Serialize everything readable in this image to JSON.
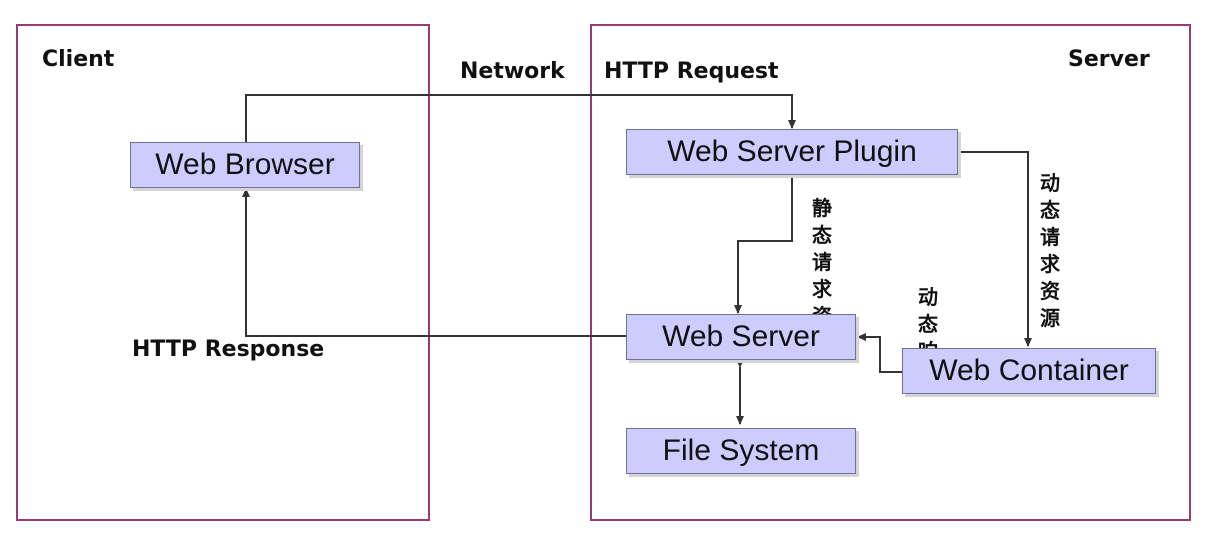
{
  "regions": {
    "client": "Client",
    "server": "Server"
  },
  "labels": {
    "network": "Network",
    "http_request": "HTTP Request",
    "http_response": "HTTP Response",
    "static_request": "静态请求资源",
    "dynamic_request": "动态请求资源",
    "dynamic_response": "动态响应"
  },
  "nodes": {
    "web_browser": "Web Browser",
    "web_server_plugin": "Web Server Plugin",
    "web_server": "Web Server",
    "web_container": "Web Container",
    "file_system": "File System"
  },
  "colors": {
    "region_border": "#9a3a73",
    "node_fill": "#ccccff",
    "node_border": "#6f6f9a",
    "connector": "#333333"
  }
}
